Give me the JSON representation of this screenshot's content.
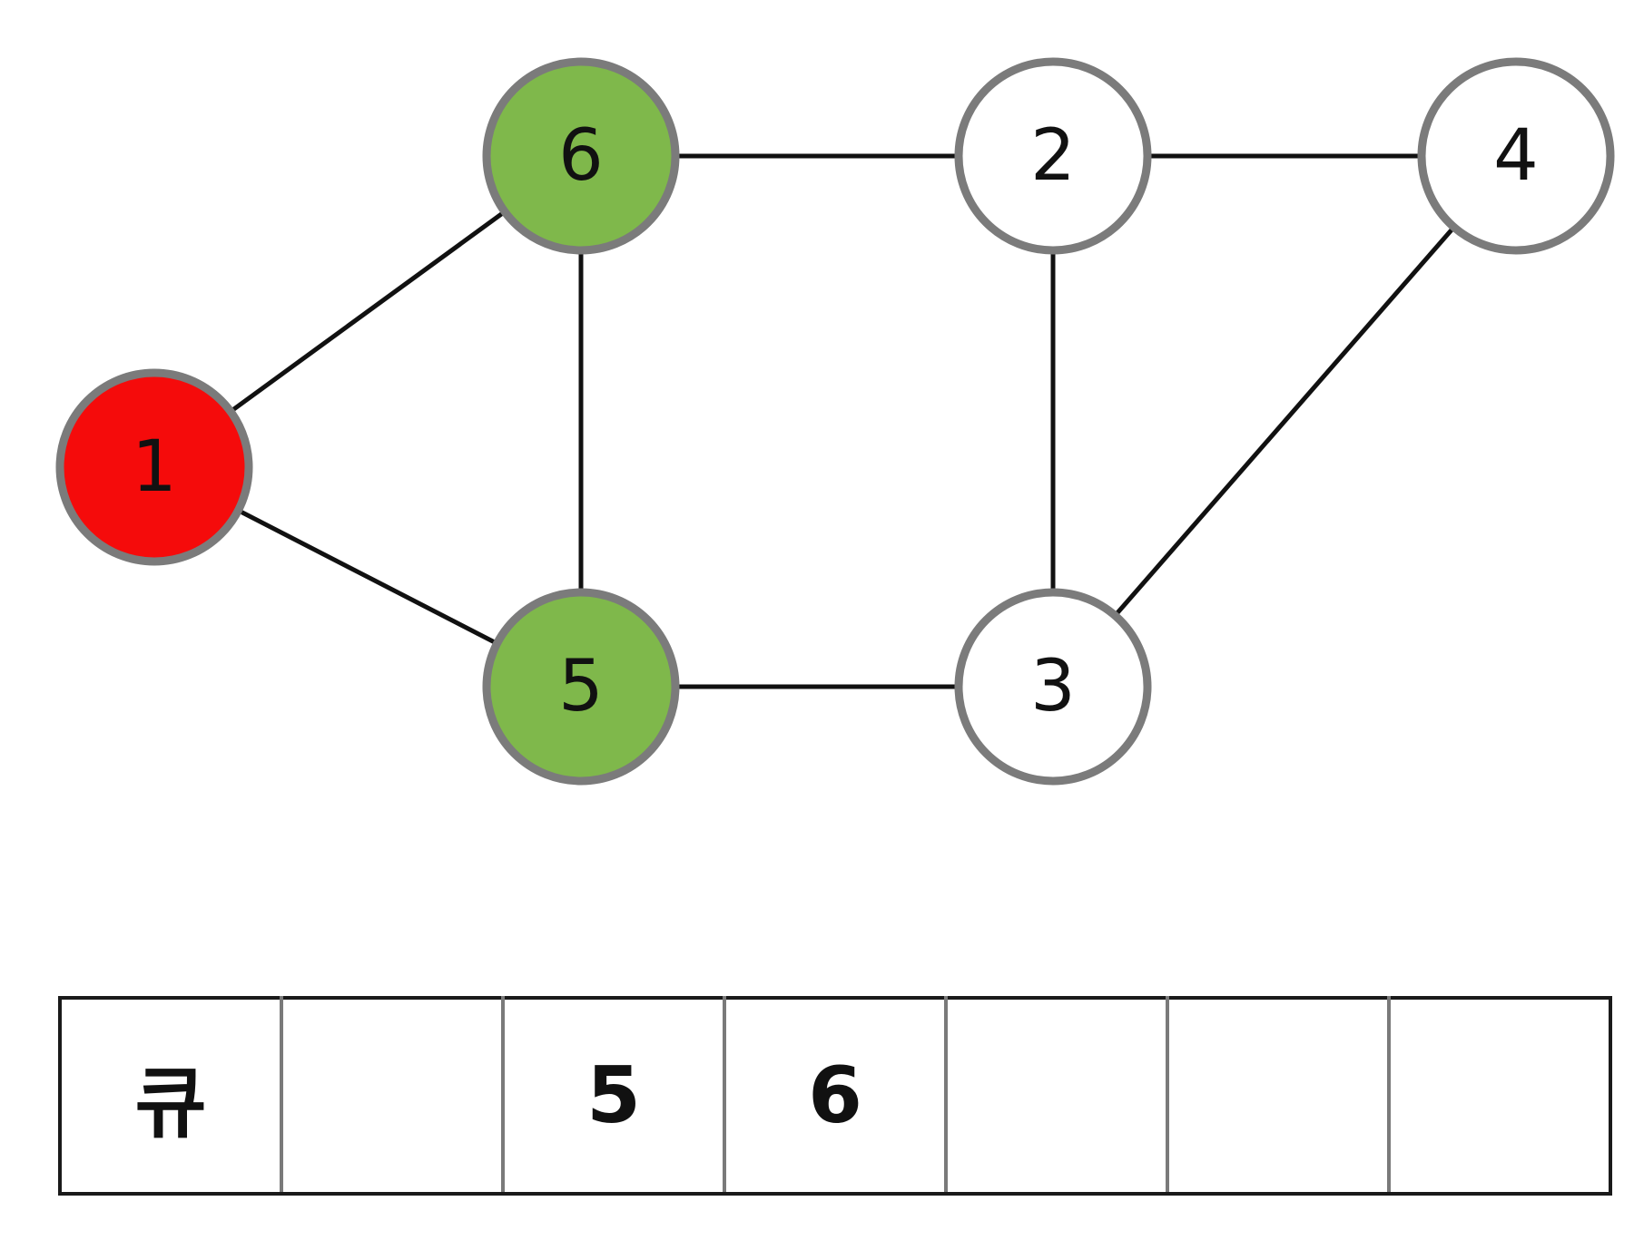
{
  "colors": {
    "start": "#f50b0b",
    "queued": "#7fb84b",
    "unvisited": "#ffffff"
  },
  "graph": {
    "nodes": [
      {
        "id": "1",
        "label": "1",
        "state": "start"
      },
      {
        "id": "6",
        "label": "6",
        "state": "queued"
      },
      {
        "id": "5",
        "label": "5",
        "state": "queued"
      },
      {
        "id": "2",
        "label": "2",
        "state": "unvisited"
      },
      {
        "id": "3",
        "label": "3",
        "state": "unvisited"
      },
      {
        "id": "4",
        "label": "4",
        "state": "unvisited"
      }
    ],
    "edges": [
      [
        "1",
        "6"
      ],
      [
        "1",
        "5"
      ],
      [
        "6",
        "5"
      ],
      [
        "6",
        "2"
      ],
      [
        "5",
        "3"
      ],
      [
        "2",
        "3"
      ],
      [
        "2",
        "4"
      ],
      [
        "3",
        "4"
      ]
    ]
  },
  "queue": {
    "label": "큐",
    "cells": [
      "",
      "5",
      "6",
      "",
      "",
      ""
    ]
  }
}
